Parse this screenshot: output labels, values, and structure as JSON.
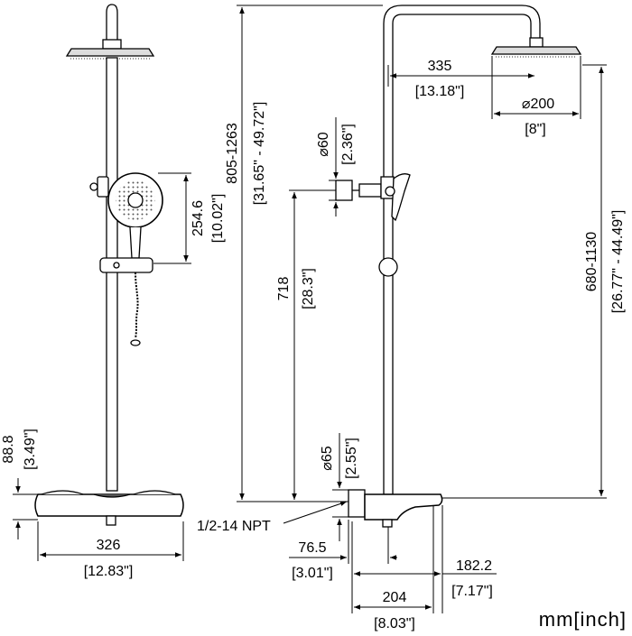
{
  "units_label": "mm[inch]",
  "front_view": {
    "dims": {
      "handshower": {
        "mm": "254.6",
        "inch": "[10.02\"]"
      },
      "mixer_height": {
        "mm": "88.8",
        "inch": "[3.49\"]"
      },
      "mixer_width": {
        "mm": "326",
        "inch": "[12.83\"]"
      }
    }
  },
  "side_view": {
    "dims": {
      "total_height": {
        "mm": "805-1263",
        "inch": "[31.65\" - 49.72\"]"
      },
      "arm_reach": {
        "mm": "335",
        "inch": "[13.18\"]"
      },
      "head_diameter": {
        "mm": "⌀200",
        "inch": "[8\"]"
      },
      "bracket_diameter": {
        "mm": "⌀60",
        "inch": "[2.36\"]"
      },
      "bracket_height": {
        "mm": "718",
        "inch": "[28.3\"]"
      },
      "head_height": {
        "mm": "680-1130",
        "inch": "[26.77\" - 44.49\"]"
      },
      "inlet_diameter": {
        "mm": "⌀65",
        "inch": "[2.55\"]"
      },
      "thread": {
        "label": "1/2-14 NPT"
      },
      "inlet_offset": {
        "mm": "76.5",
        "inch": "[3.01\"]"
      },
      "spout_reach": {
        "mm": "182.2",
        "inch": "[7.17\"]"
      },
      "mixer_depth": {
        "mm": "204",
        "inch": "[8.03\"]"
      }
    }
  }
}
